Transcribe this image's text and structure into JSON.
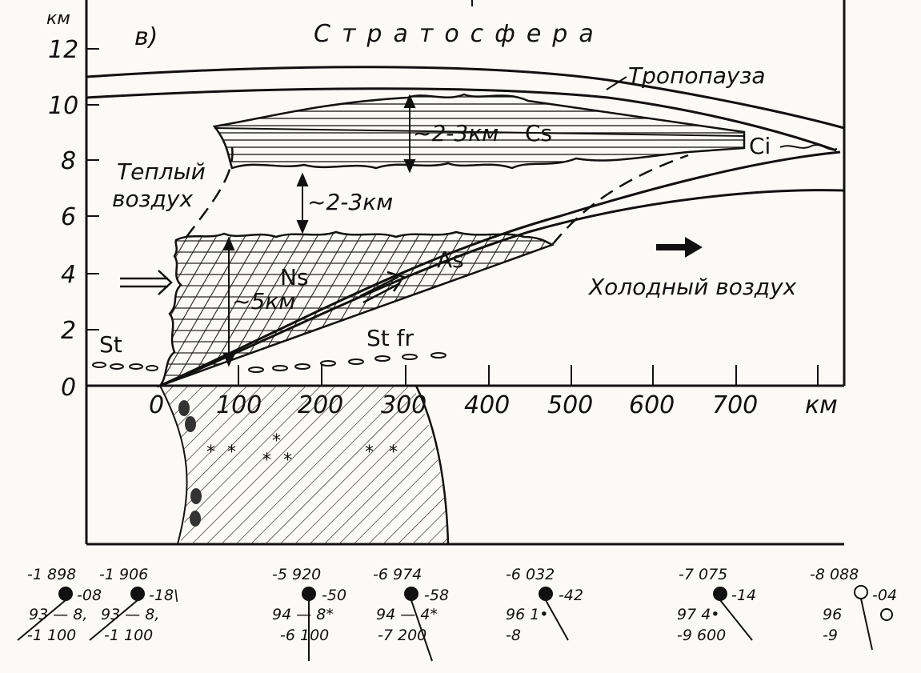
{
  "panel_label": "в)",
  "y_axis": {
    "unit": "км",
    "ticks": [
      "12",
      "10",
      "8",
      "6",
      "4",
      "2",
      "0"
    ]
  },
  "x_axis": {
    "unit": "км",
    "ticks": [
      "0",
      "100",
      "200",
      "300",
      "400",
      "500",
      "600",
      "700"
    ]
  },
  "labels": {
    "stratosphere": "Стратосфера",
    "tropopause": "Тропопауза",
    "warm_air_line1": "Теплый",
    "warm_air_line2": "воздух",
    "cold_air": "Холодный воздух",
    "cs_thickness": "~2-3км",
    "cs": "Cs",
    "ci": "Ci",
    "gap_thickness": "~2-3км",
    "ns_thickness": "~5км",
    "ns": "Ns",
    "as": "As",
    "st": "St",
    "st_fr": "St fr"
  },
  "stations": [
    {
      "id": "s1",
      "line1": "-1   898",
      "line2": "-08",
      "line3": "93 — 8,",
      "line4": "-1 100"
    },
    {
      "id": "s2",
      "line1": "-1   906",
      "line2": "-18\\",
      "line3": "93 — 8,",
      "line4": "-1 100"
    },
    {
      "id": "s3",
      "line1": "-5   920",
      "line2": "-50",
      "line3": "94 — 8*",
      "line4": "-6 100"
    },
    {
      "id": "s4",
      "line1": "-6   974",
      "line2": "-58",
      "line3": "94 — 4*",
      "line4": "-7 200"
    },
    {
      "id": "s5",
      "line1": "-6   032",
      "line2": "-42",
      "line3": "96      1•",
      "line4": "-8"
    },
    {
      "id": "s6",
      "line1": "-7   075",
      "line2": "-14",
      "line3": "97      4•",
      "line4": "-9 600"
    },
    {
      "id": "s7",
      "line1": "-8   088",
      "line2": "-04",
      "line3": "96",
      "line4": "-9"
    }
  ]
}
